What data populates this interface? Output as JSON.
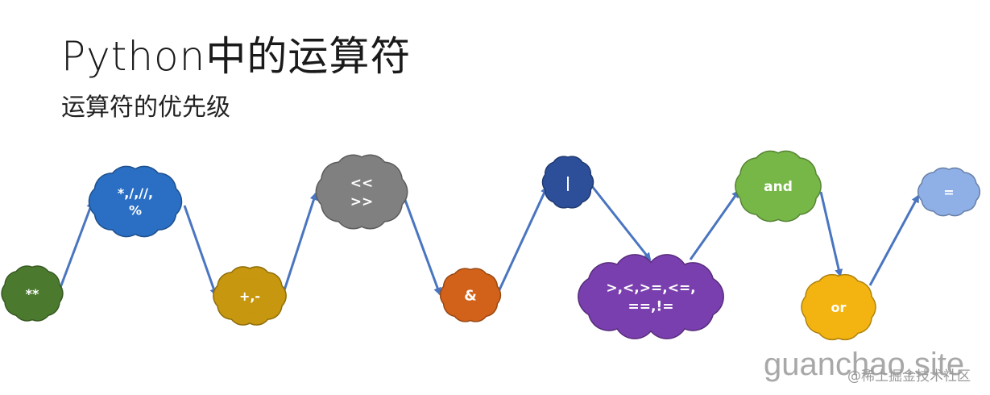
{
  "title": "Python中的运算符",
  "subtitle": "运算符的优先级",
  "nodes": [
    {
      "lines": [
        "**"
      ],
      "color": "#4b7a2e"
    },
    {
      "lines": [
        "*,/,//,",
        "%"
      ],
      "color": "#2a6fc4"
    },
    {
      "lines": [
        "+,-"
      ],
      "color": "#c6970f"
    },
    {
      "lines": [
        "<<",
        ">>"
      ],
      "color": "#808080"
    },
    {
      "lines": [
        "&"
      ],
      "color": "#d2621a"
    },
    {
      "lines": [
        "|"
      ],
      "color": "#2d4f9a"
    },
    {
      "lines": [
        ">,<,>=,<=,",
        "==,!="
      ],
      "color": "#7a3fae"
    },
    {
      "lines": [
        "and"
      ],
      "color": "#77b748"
    },
    {
      "lines": [
        "or"
      ],
      "color": "#f3b412"
    },
    {
      "lines": [
        "="
      ],
      "color": "#8fb0e6"
    }
  ],
  "arrow_color": "#4a75c0",
  "watermark": "guanchao.site",
  "watermark_secondary": "@稀土掘金技术社区"
}
